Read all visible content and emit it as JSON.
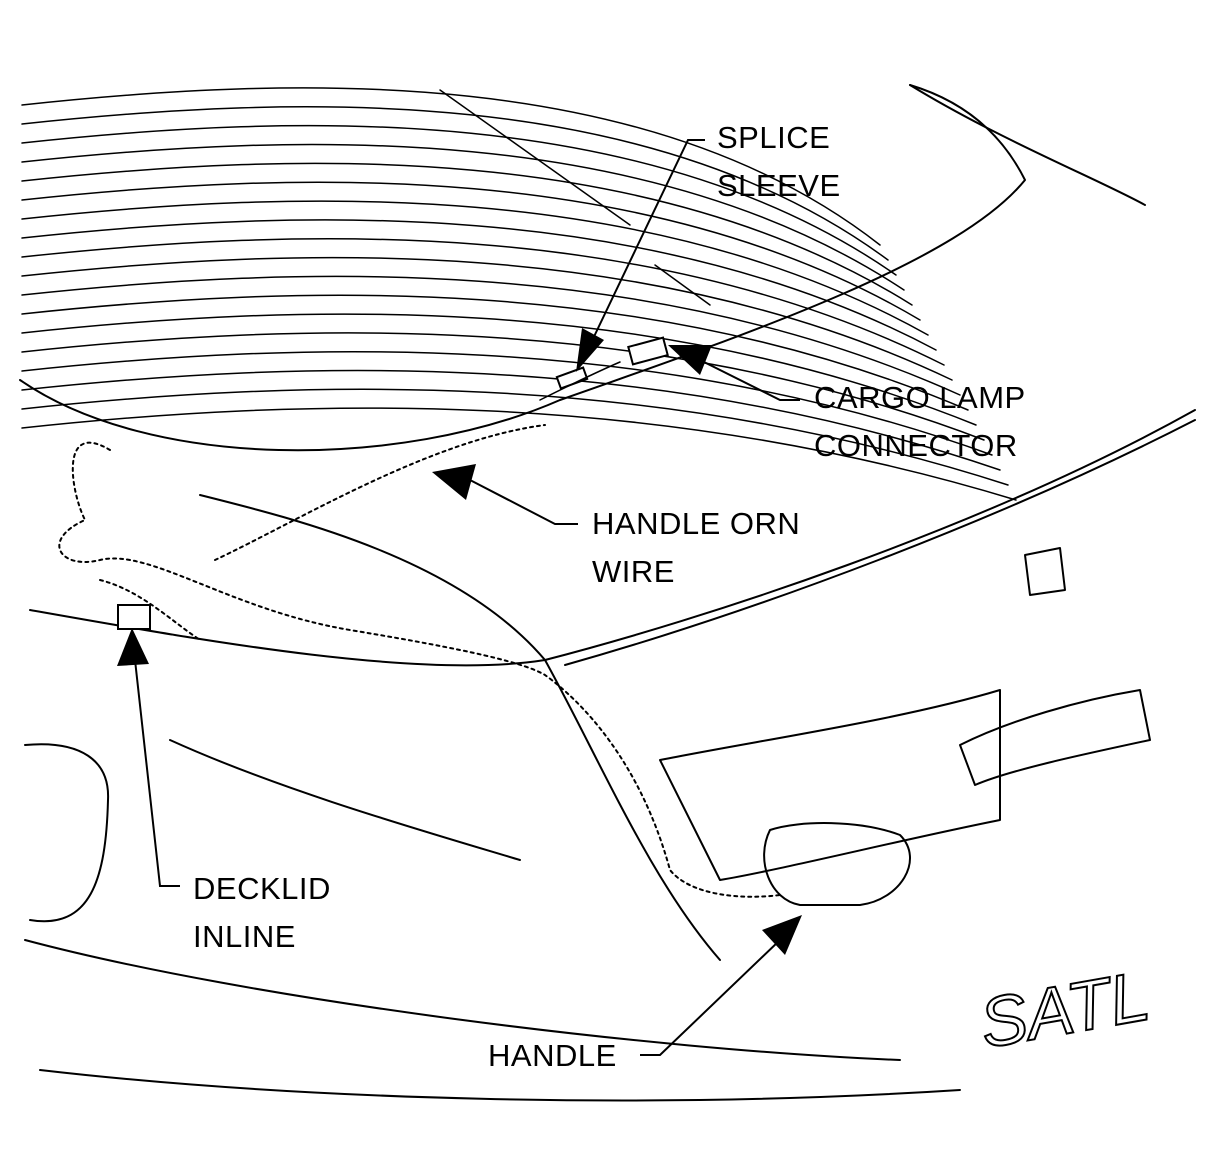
{
  "labels": {
    "splice_sleeve": {
      "line1": "SPLICE",
      "line2": "SLEEVE"
    },
    "cargo_lamp_connector": {
      "line1": "CARGO LAMP",
      "line2": "CONNECTOR"
    },
    "handle_orn_wire": {
      "line1": "HANDLE ORN",
      "line2": "WIRE"
    },
    "decklid_inline": {
      "line1": "DECKLID",
      "line2": "INLINE"
    },
    "handle": {
      "line1": "HANDLE"
    }
  },
  "badge_text": "SATL"
}
